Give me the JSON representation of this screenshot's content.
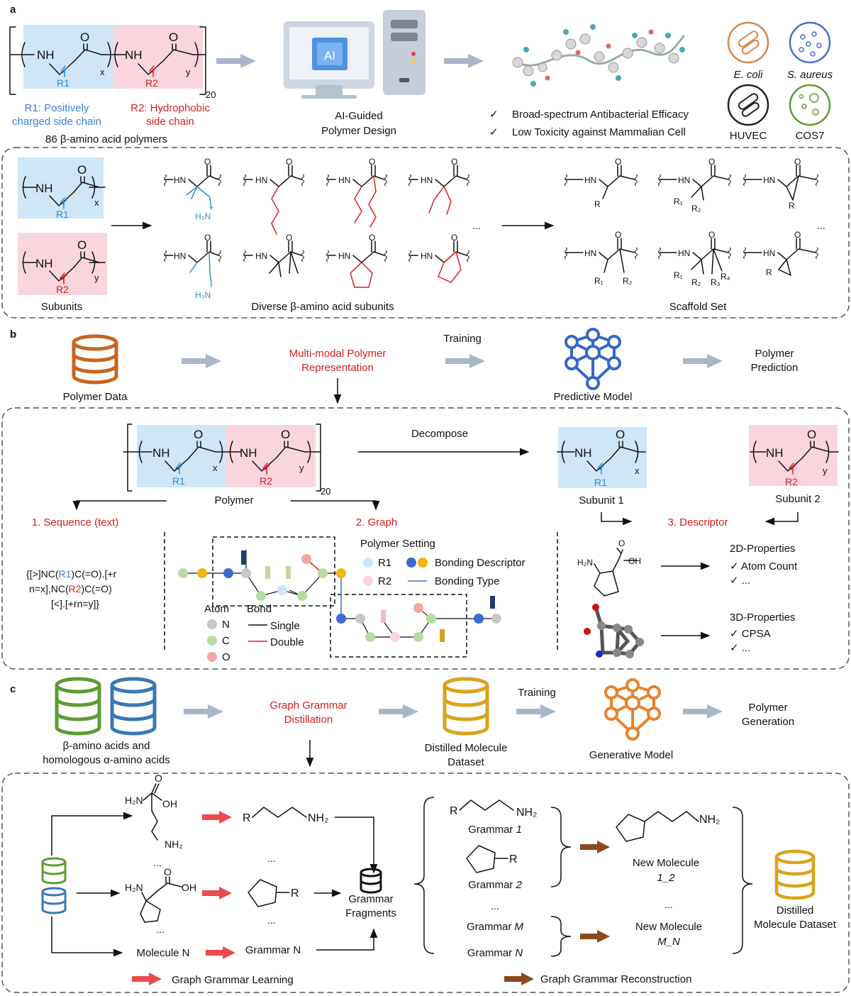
{
  "panel_a": {
    "label": "a",
    "r1_label": "R1",
    "r2_label": "R2",
    "nh": "NH",
    "o": "O",
    "sub_x": "x",
    "sub_y": "y",
    "sub_20": "20",
    "r1_desc_1": "R1: Positively",
    "r1_desc_2": "charged side chain",
    "r2_desc_1": "R2: Hydrophobic",
    "r2_desc_2": "side chain",
    "count": "86 β-amino acid polymers",
    "ai_label": "AI",
    "ai_caption_1": "AI-Guided",
    "ai_caption_2": "Polymer Design",
    "check_1": "Broad-spectrum Antibacterial Efficacy",
    "check_2": "Low Toxicity against Mammalian Cell",
    "cell_1": "E. coli",
    "cell_2": "S. aureus",
    "cell_3": "HUVEC",
    "cell_4": "COS7",
    "subunits": "Subunits",
    "diverse": "Diverse β-amino acid subunits",
    "scaffold": "Scaffold Set",
    "h3n": "H₃N",
    "plus": "+",
    "hn": "HN",
    "ellipsis": "...",
    "s_r": "R",
    "s_r1": "R₁",
    "s_r2": "R₂",
    "s_r3": "R₃",
    "s_r4": "R₄"
  },
  "panel_b": {
    "label": "b",
    "polymer_data": "Polymer Data",
    "mm_1": "Multi-modal Polymer",
    "mm_2": "Representation",
    "training": "Training",
    "predictive": "Predictive Model",
    "pred_1": "Polymer",
    "pred_2": "Prediction",
    "decompose": "Decompose",
    "polymer": "Polymer",
    "subunit_1": "Subunit 1",
    "subunit_2": "Subunit 2",
    "seq": "1. Sequence (text)",
    "graph": "2. Graph",
    "desc": "3. Descriptor",
    "seq_l1_a": "{[>]NC(",
    "seq_l1_b": "R1",
    "seq_l1_c": ")C(=O).[+r",
    "seq_l2_a": "n=x],NC(",
    "seq_l2_b": "R2",
    "seq_l2_c": ")C(=O)",
    "seq_l3": "[<].[+rn=y]}",
    "setting": "Polymer Setting",
    "leg_r1": "R1",
    "leg_r2": "R2",
    "leg_bd": "Bonding Descriptor",
    "leg_bt": "Bonding Type",
    "atom": "Atom",
    "bond": "Bond",
    "atom_n": "N",
    "atom_c": "C",
    "atom_o": "O",
    "single": "Single",
    "double": "Double",
    "h2n": "H₂N",
    "oh": "OH",
    "o": "O",
    "p2d": "2D-Properties",
    "atom_count": "✓  Atom Count",
    "more1": "✓  ...",
    "p3d": "3D-Properties",
    "cpsa": "✓  CPSA",
    "more2": "✓  ..."
  },
  "panel_c": {
    "label": "c",
    "src_1": "β-amino acids and",
    "src_2": "homologous α-amino acids",
    "ggd_1": "Graph Grammar",
    "ggd_2": "Distillation",
    "dmd_1": "Distilled Molecule",
    "dmd_2": "Dataset",
    "training": "Training",
    "generative": "Generative Model",
    "gen_1": "Polymer",
    "gen_2": "Generation",
    "mol_n": "Molecule N",
    "gram_n": "Grammar N",
    "frag_1": "Grammar",
    "frag_2": "Fragments",
    "g1": "Grammar 1",
    "g2": "Grammar 2",
    "gm": "Grammar M",
    "gn": "Grammar N",
    "new_1a": "New Molecule",
    "new_1b": "1_2",
    "new_2a": "New Molecule",
    "new_2b": "M_N",
    "dist_1": "Distilled",
    "dist_2": "Molecule  Dataset",
    "learn": "Graph Grammar Learning",
    "recon": "Graph Grammar Reconstruction",
    "h2n": "H₂N",
    "nh2": "NH₂",
    "oh": "OH",
    "o": "O",
    "r": "R",
    "ellipsis": "..."
  },
  "colors": {
    "blue_box": "#cfe6f7",
    "pink_box": "#f9d6de",
    "red_text": "#d42020",
    "blue_text": "#3b7fd4",
    "grey_arrow": "#a9b6c8",
    "db_orange": "#c9651f",
    "db_green": "#5e9c32",
    "db_blue": "#3a78b5",
    "db_gold": "#d8a419",
    "net_blue": "#3568c9",
    "net_orange": "#e8832a",
    "red_arrow": "#ec4b4b",
    "brown_arrow": "#8a4a1e"
  }
}
